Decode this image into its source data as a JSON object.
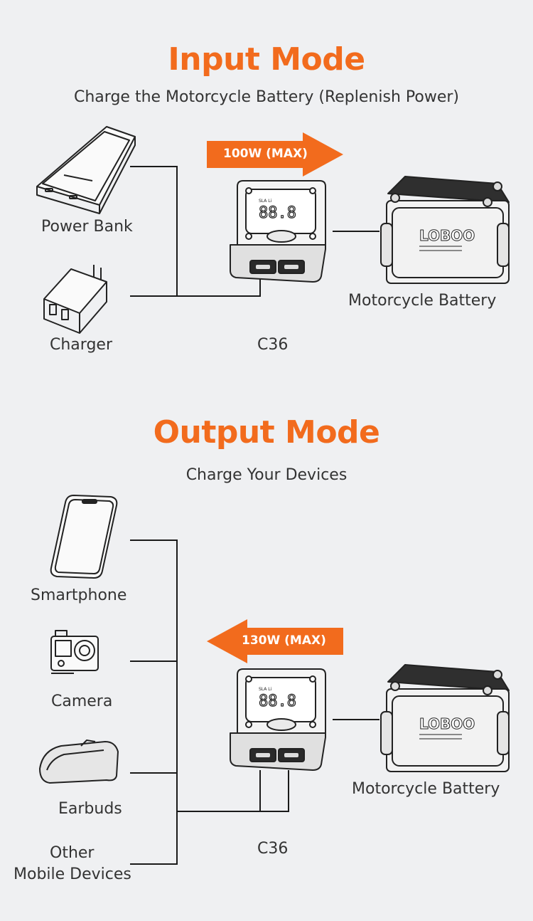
{
  "input_mode": {
    "title": "Input Mode",
    "subtitle": "Charge the Motorcycle Battery (Replenish Power)",
    "arrow_label": "100W (MAX)",
    "sources": [
      "Power Bank",
      "Charger"
    ],
    "device_label": "C36",
    "target_label": "Motorcycle Battery"
  },
  "output_mode": {
    "title": "Output Mode",
    "subtitle": "Charge Your Devices",
    "arrow_label": "130W (MAX)",
    "devices": [
      "Smartphone",
      "Camera",
      "Earbuds"
    ],
    "other_devices_line1": "Other",
    "other_devices_line2": "Mobile Devices",
    "device_label": "C36",
    "source_label": "Motorcycle Battery"
  },
  "colors": {
    "accent": "#f26b1d",
    "background": "#eff0f2",
    "line": "#1a1a1a"
  }
}
